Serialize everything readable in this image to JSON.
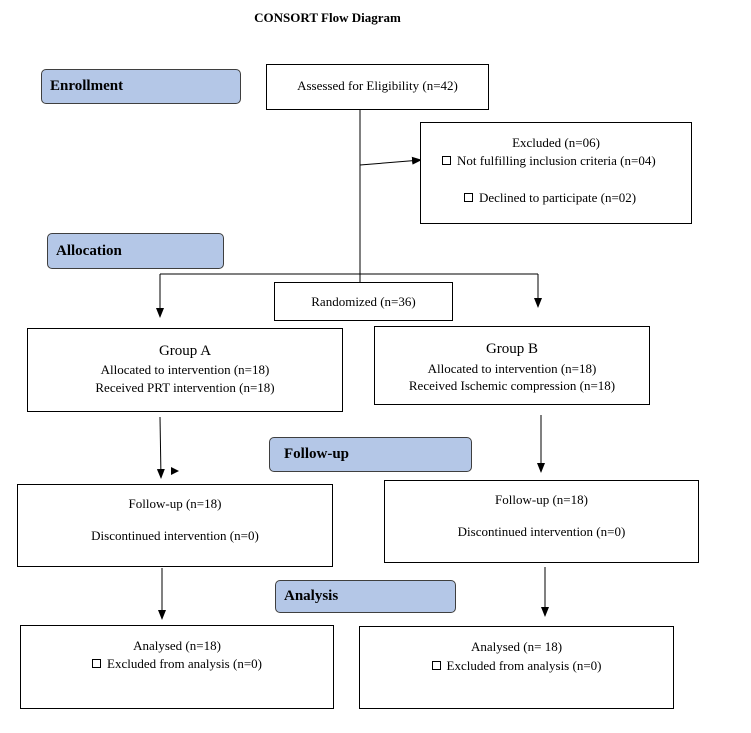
{
  "title": "CONSORT Flow Diagram",
  "stages": {
    "enrollment": "Enrollment",
    "allocation": "Allocation",
    "followup": "Follow-up",
    "analysis": "Analysis"
  },
  "assessed": "Assessed for Eligibility (n=42)",
  "excluded": {
    "heading": "Excluded (n=06)",
    "items": [
      "Not fulfilling inclusion criteria (n=04)",
      "Declined to participate (n=02)"
    ]
  },
  "randomized": "Randomized (n=36)",
  "group_a": {
    "heading": "Group A",
    "allocated": "Allocated to intervention (n=18)",
    "received": "Received PRT intervention (n=18)",
    "followup": "Follow-up (n=18)",
    "discontinued": "Discontinued intervention (n=0)",
    "analysed": "Analysed (n=18)",
    "excluded_analysis": "Excluded from analysis (n=0)"
  },
  "group_b": {
    "heading": "Group B",
    "allocated": "Allocated to intervention (n=18)",
    "received": "Received Ischemic compression (n=18)",
    "followup": "Follow-up (n=18)",
    "discontinued": "Discontinued intervention (n=0)",
    "analysed": "Analysed (n= 18)",
    "excluded_analysis": "Excluded from analysis  (n=0)"
  },
  "colors": {
    "stage_fill": "#b4c7e7",
    "border": "#000000"
  }
}
